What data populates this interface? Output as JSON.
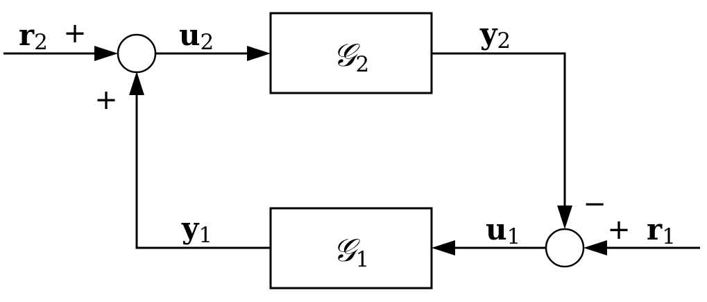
{
  "blocks": [
    {
      "name": "𝒢",
      "sub": "2"
    },
    {
      "name": "𝒢",
      "sub": "1"
    }
  ],
  "signals": {
    "r2": {
      "name": "r",
      "sub": "2"
    },
    "u2": {
      "name": "u",
      "sub": "2"
    },
    "y2": {
      "name": "y",
      "sub": "2"
    },
    "r1": {
      "name": "r",
      "sub": "1"
    },
    "u1": {
      "name": "u",
      "sub": "1"
    },
    "y1": {
      "name": "y",
      "sub": "1"
    }
  },
  "signs": {
    "left_junction_r2": "+",
    "left_junction_y1": "+",
    "right_junction_y2": "−",
    "right_junction_r1": "+"
  }
}
